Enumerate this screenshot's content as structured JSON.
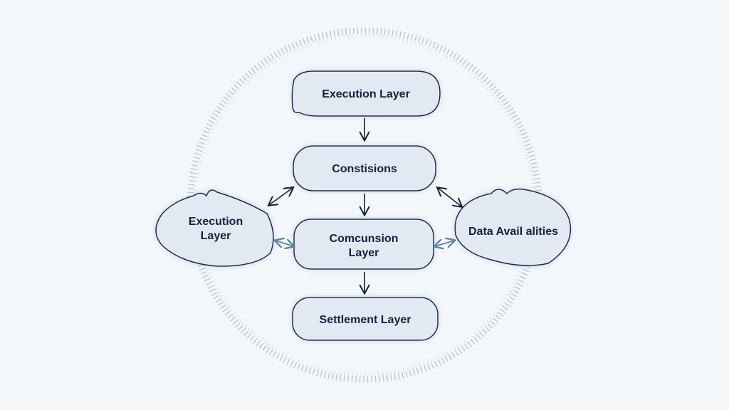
{
  "diagram": {
    "nodes": {
      "top": "Execution Layer",
      "second": "Constisions",
      "center_line1": "Comcunsion",
      "center_line2": "Layer",
      "bottom": "Settlement Layer",
      "left_line1": "Execution",
      "left_line2": "Layer",
      "right": "Data Avail alities"
    },
    "colors": {
      "node_fill": "#e2e9f2",
      "stroke": "#1e2a44",
      "accent_arrow": "#5a85aa",
      "ring": "#a9bfd2",
      "background": "#f4f7fa"
    }
  }
}
